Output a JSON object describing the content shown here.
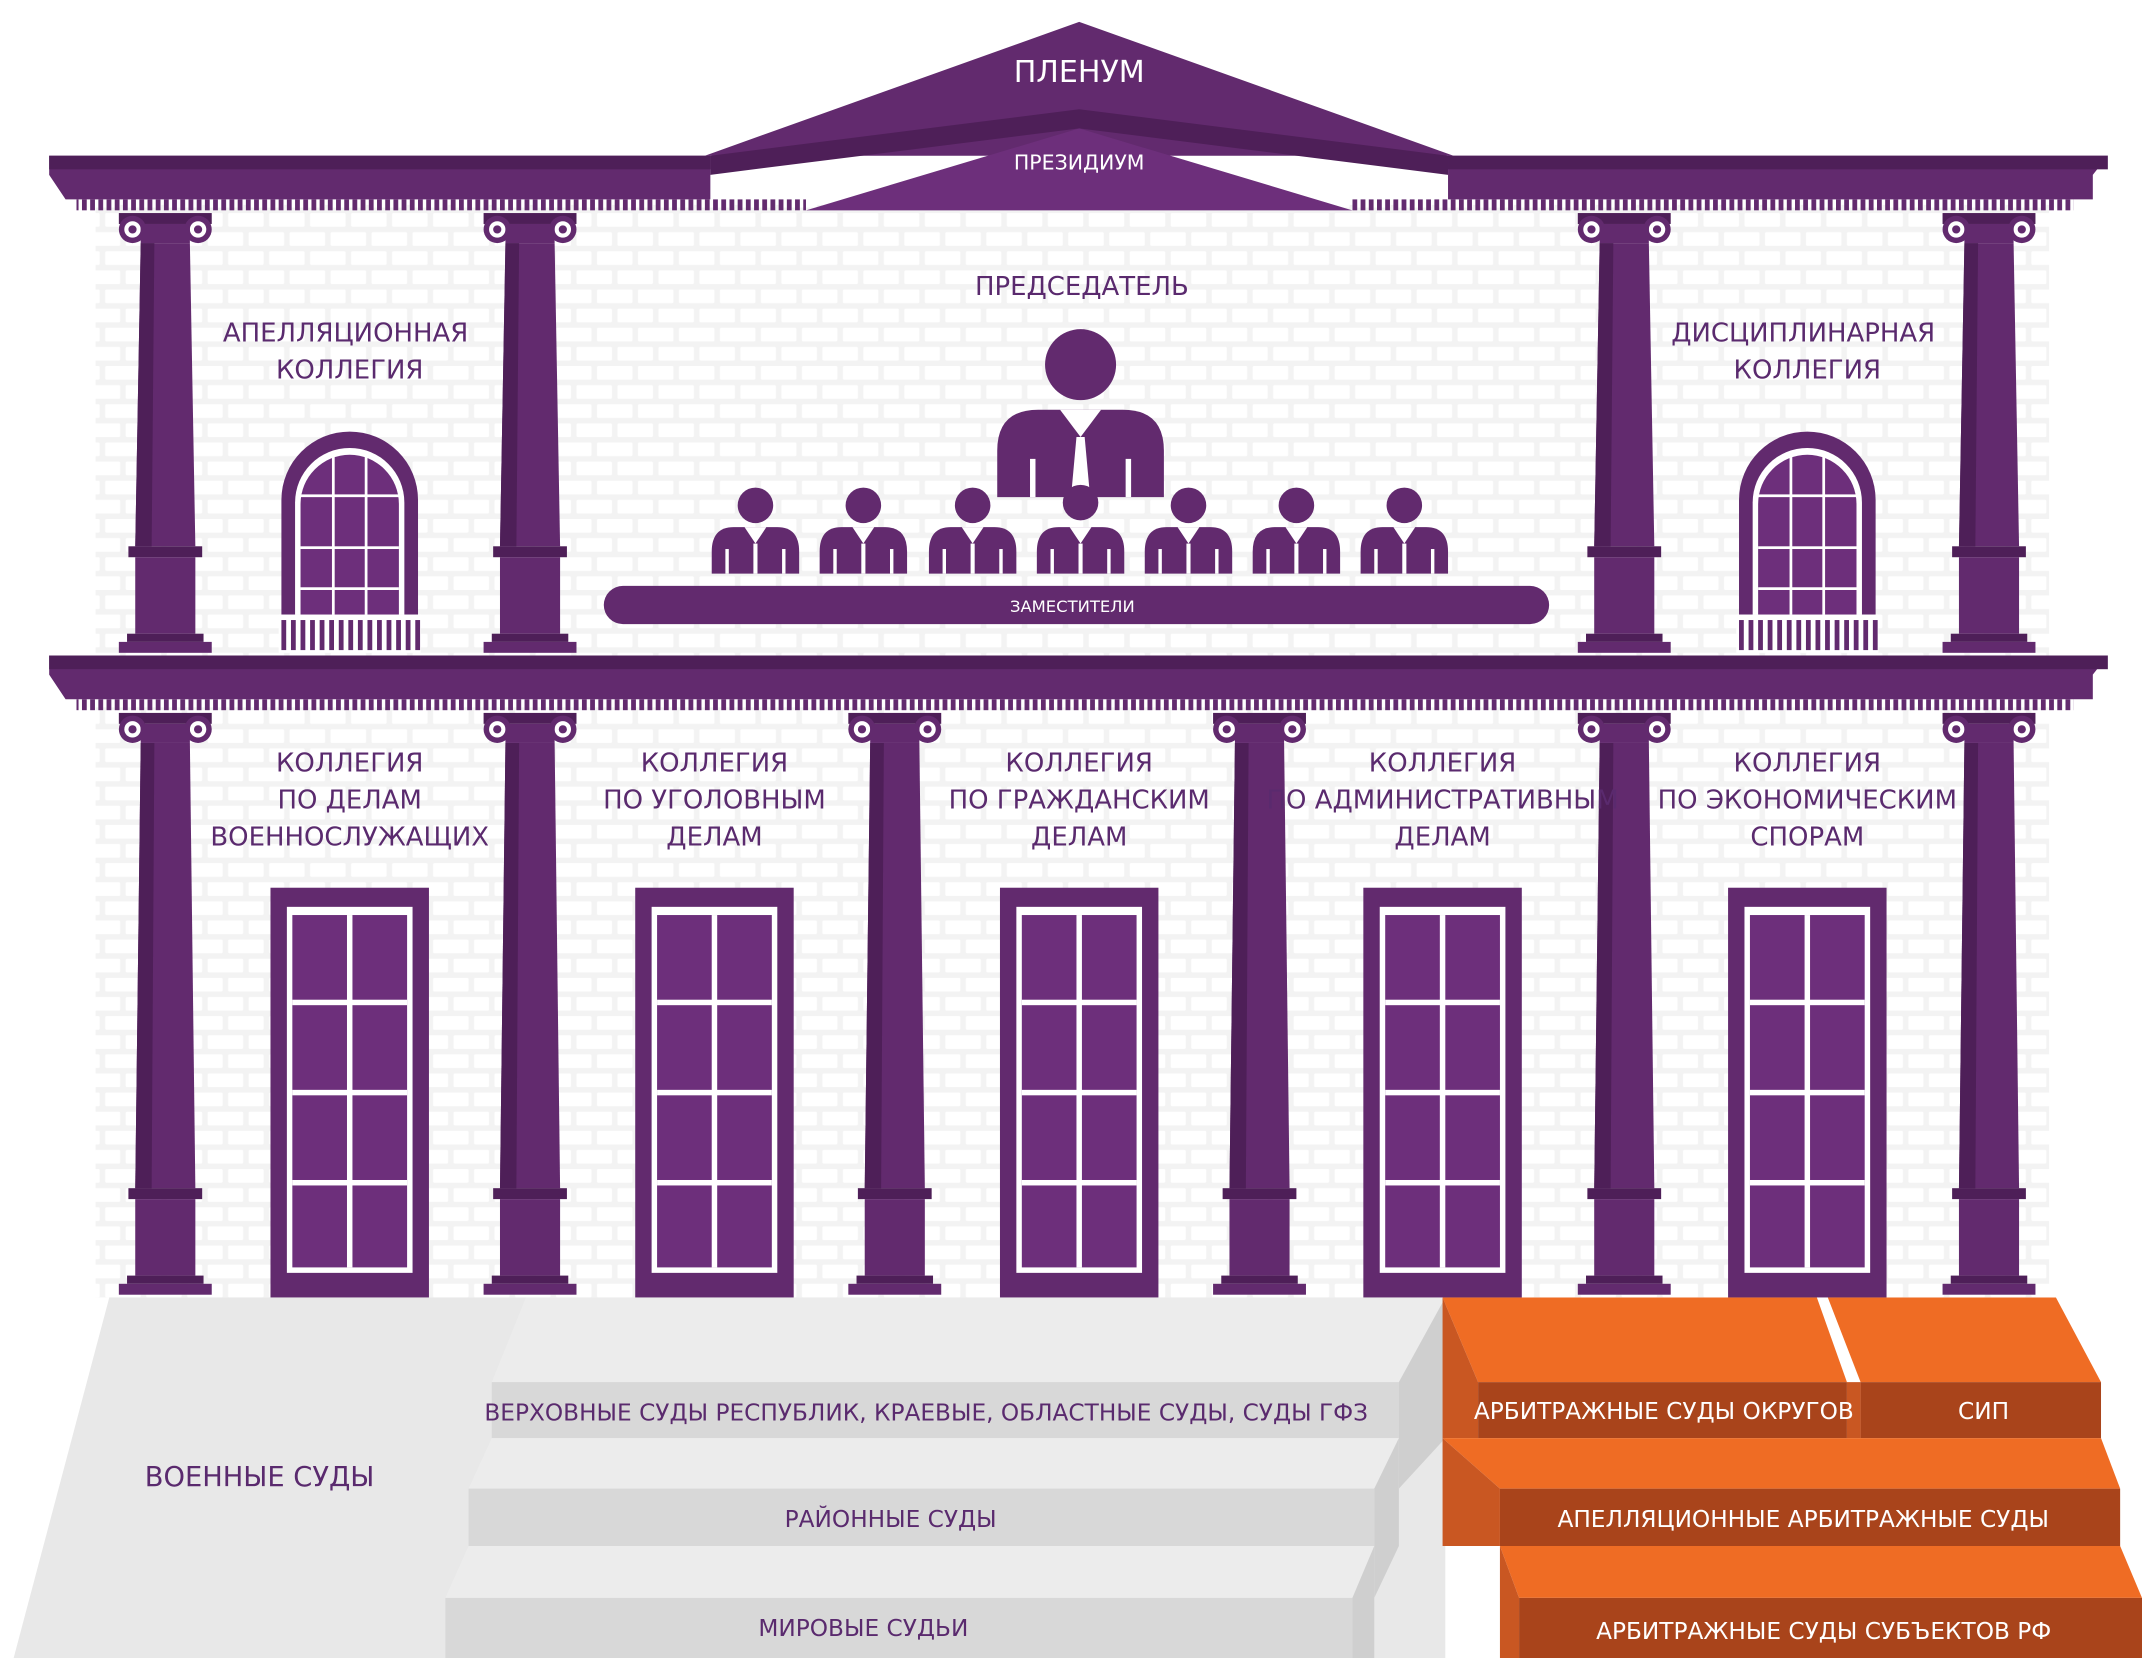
{
  "colors": {
    "purple": "#622a6e",
    "purple_dark": "#4e1f58",
    "purple_mid": "#6d2f7b",
    "wall": "#f4f4f4",
    "brick": "#ffffff",
    "step_light": "#e3e3e3",
    "step_face": "#d6d6d6",
    "orange": "#ef6c24",
    "orange_dark": "#a9441b",
    "orange_face": "#c95722"
  },
  "roof": {
    "plenum": "ПЛЕНУМ",
    "presidium": "ПРЕЗИДИУМ"
  },
  "upper_floor": {
    "chairman": "ПРЕДСЕДАТЕЛЬ",
    "deputies": "ЗАМЕСТИТЕЛИ",
    "left_board": [
      "АПЕЛЛЯЦИОННАЯ",
      "КОЛЛЕГИЯ"
    ],
    "right_board": [
      "ДИСЦИПЛИНАРНАЯ",
      "КОЛЛЕГИЯ"
    ]
  },
  "lower_floor": {
    "boards": [
      [
        "КОЛЛЕГИЯ",
        "ПО ДЕЛАМ",
        "ВОЕННОСЛУЖАЩИХ"
      ],
      [
        "КОЛЛЕГИЯ",
        "ПО УГОЛОВНЫМ",
        "ДЕЛАМ"
      ],
      [
        "КОЛЛЕГИЯ",
        "ПО ГРАЖДАНСКИМ",
        "ДЕЛАМ"
      ],
      [
        "КОЛЛЕГИЯ",
        "ПО АДМИНИСТРАТИВНЫМ",
        "ДЕЛАМ"
      ],
      [
        "КОЛЛЕГИЯ",
        "ПО ЭКОНОМИЧЕСКИМ",
        "СПОРАМ"
      ]
    ]
  },
  "steps": {
    "military": "ВОЕННЫЕ СУДЫ",
    "general": [
      "ВЕРХОВНЫЕ СУДЫ РЕСПУБЛИК, КРАЕВЫЕ, ОБЛАСТНЫЕ СУДЫ, СУДЫ ГФЗ",
      "РАЙОННЫЕ СУДЫ",
      "МИРОВЫЕ СУДЬИ"
    ],
    "arbitration": {
      "districts": "АРБИТРАЖНЫЕ СУДЫ ОКРУГОВ",
      "sip": "СИП",
      "appeal": "АПЕЛЛЯЦИОННЫЕ АРБИТРАЖНЫЕ СУДЫ",
      "subjects": "АРБИТРАЖНЫЕ СУДЫ СУБЪЕКТОВ РФ"
    }
  }
}
